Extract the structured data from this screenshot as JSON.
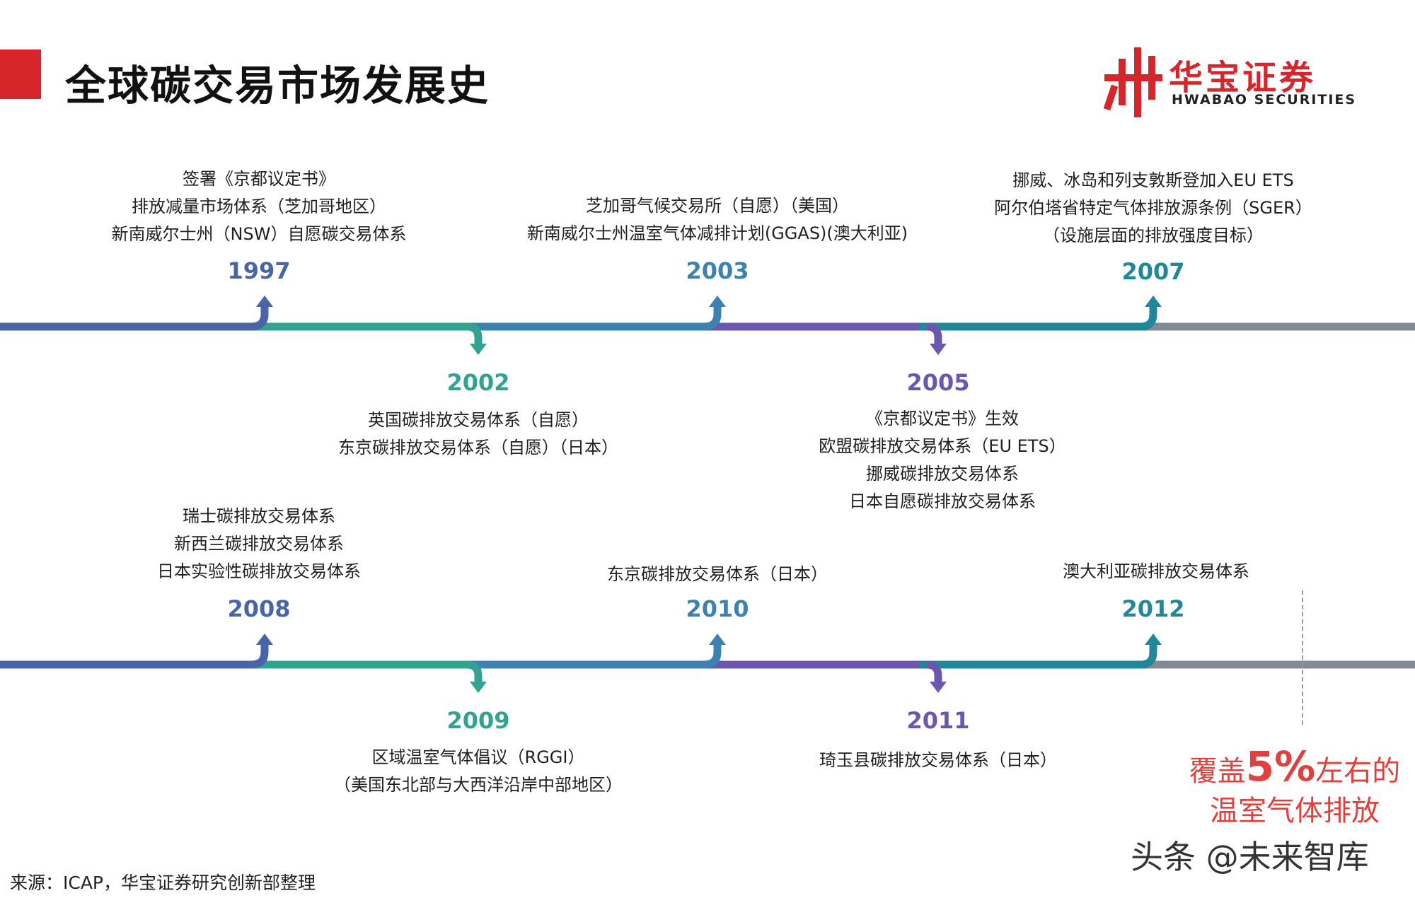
{
  "header": {
    "title": "全球碳交易市场发展史",
    "logo_cn": "华宝证券",
    "logo_en": "HWABAO SECURITIES"
  },
  "colors": {
    "brand_red": "#d6262b",
    "blue": "#4a64a8",
    "teal": "#32a391",
    "purple": "#6a58ae",
    "dark_teal": "#23879a",
    "gray": "#828b95",
    "coverage_red": "#e0413c"
  },
  "timeline_rows": [
    {
      "events": [
        {
          "year": "1997",
          "position": "above",
          "lines": [
            "签署《京都议定书》",
            "排放减量市场体系（芝加哥地区）",
            "新南威尔士州（NSW）自愿碳交易体系"
          ]
        },
        {
          "year": "2002",
          "position": "below",
          "lines": [
            "英国碳排放交易体系（自愿）",
            "东京碳排放交易体系（自愿）（日本）"
          ]
        },
        {
          "year": "2003",
          "position": "above",
          "lines": [
            "芝加哥气候交易所（自愿）（美国）",
            "新南威尔士州温室气体减排计划(GGAS)(澳大利亚)"
          ]
        },
        {
          "year": "2005",
          "position": "below",
          "lines": [
            "《京都议定书》生效",
            "欧盟碳排放交易体系（EU ETS）",
            "挪威碳排放交易体系",
            "日本自愿碳排放交易体系"
          ]
        },
        {
          "year": "2007",
          "position": "above",
          "lines": [
            "挪威、冰岛和列支敦斯登加入EU ETS",
            "阿尔伯塔省特定气体排放源条例（SGER）",
            "（设施层面的排放强度目标）"
          ]
        }
      ]
    },
    {
      "events": [
        {
          "year": "2008",
          "position": "above",
          "lines": [
            "瑞士碳排放交易体系",
            "新西兰碳排放交易体系",
            "日本实验性碳排放交易体系"
          ]
        },
        {
          "year": "2009",
          "position": "below",
          "lines": [
            "区域温室气体倡议（RGGI）",
            "（美国东北部与大西洋沿岸中部地区）"
          ]
        },
        {
          "year": "2010",
          "position": "above",
          "lines": [
            "东京碳排放交易体系（日本）"
          ]
        },
        {
          "year": "2011",
          "position": "below",
          "lines": [
            "琦玉县碳排放交易体系（日本）"
          ]
        },
        {
          "year": "2012",
          "position": "above",
          "lines": [
            "澳大利亚碳排放交易体系"
          ]
        }
      ]
    }
  ],
  "coverage": {
    "prefix": "覆盖",
    "percent": "5%",
    "suffix": "左右的",
    "line2": "温室气体排放"
  },
  "watermark": "头条 @未来智库",
  "source": "来源：ICAP，华宝证券研究创新部整理"
}
